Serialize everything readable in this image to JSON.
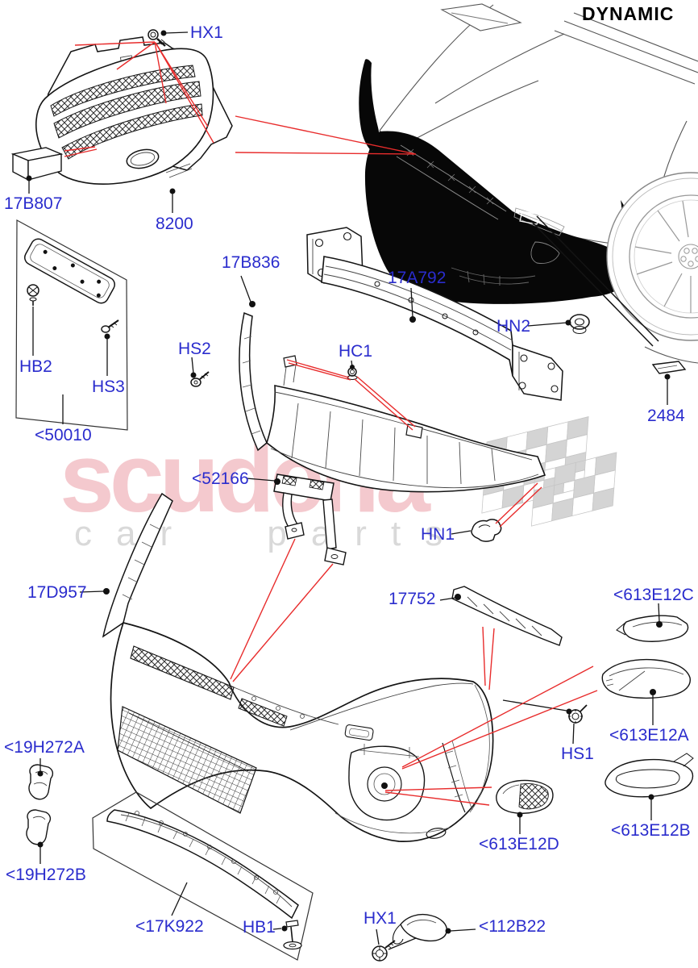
{
  "variant_tag": "DYNAMIC",
  "watermark": {
    "brand": "scuderia",
    "tagline": "car parts"
  },
  "labels": {
    "hx1_top": "HX1",
    "p17B807": "17B807",
    "p8200": "8200",
    "p17B836": "17B836",
    "p17A792": "17A792",
    "hn2": "HN2",
    "hs2": "HS2",
    "hc1": "HC1",
    "p2484": "2484",
    "hb2": "HB2",
    "hs3": "HS3",
    "p50010": "<50010",
    "p52166": "<52166",
    "hn1": "HN1",
    "p17D957": "17D957",
    "p17752": "17752",
    "p613E12C": "<613E12C",
    "p613E12A": "<613E12A",
    "hs1": "HS1",
    "p19H272A": "<19H272A",
    "p613E12D": "<613E12D",
    "p613E12B": "<613E12B",
    "p19H272B": "<19H272B",
    "p17K922": "<17K922",
    "hb1": "HB1",
    "hx1_bottom": "HX1",
    "p112B22": "<112B22"
  },
  "icons": {
    "screw": "screw-icon",
    "nut": "nut-icon",
    "clip": "clip-icon",
    "rivet": "rivet-icon"
  },
  "colors": {
    "label_blue": "#2a2ccd",
    "leader_red": "#e82c2c",
    "line_black": "#141414",
    "watermark_pink": "#f4c9ce",
    "watermark_gray": "#d9d9d9",
    "tag_black": "#000000"
  }
}
